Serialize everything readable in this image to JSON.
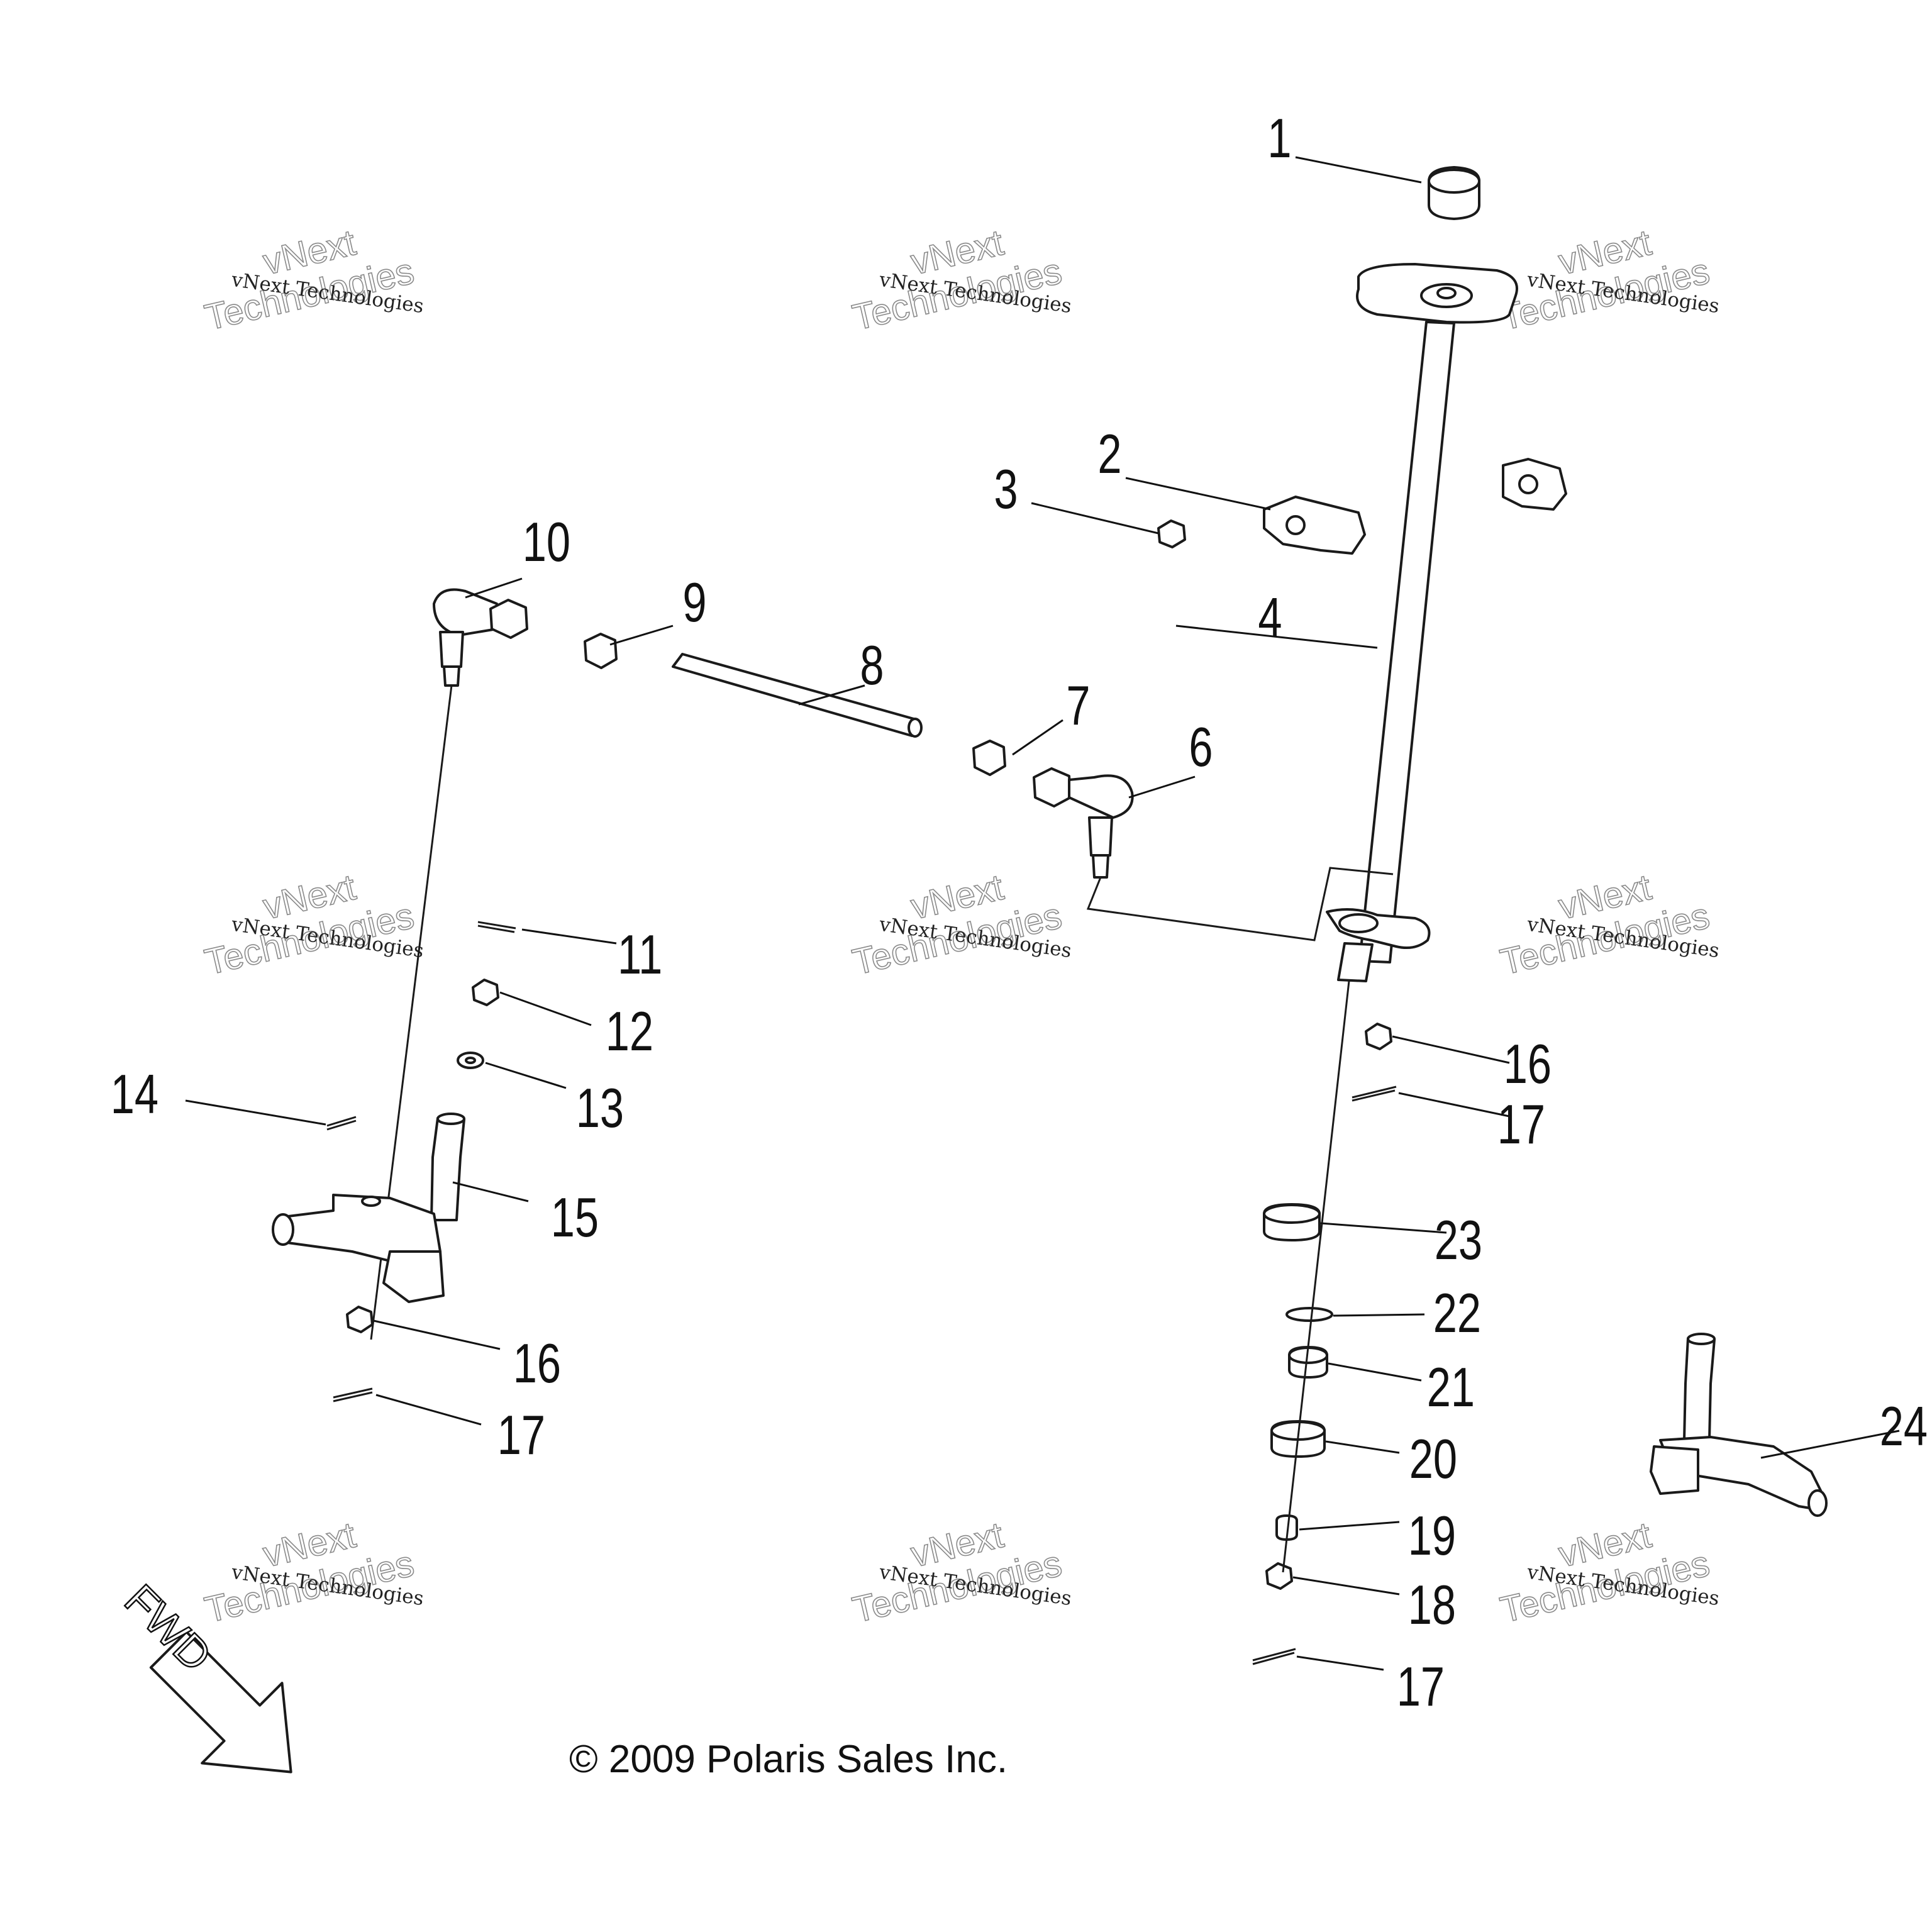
{
  "watermark": {
    "line1": "vNext Technologies",
    "line2": "vNext\nTechnologies"
  },
  "copyright": "© 2009 Polaris Sales Inc.",
  "direction": "FWD",
  "callouts": [
    "1",
    "2",
    "3",
    "4",
    "6",
    "7",
    "8",
    "9",
    "10",
    "11",
    "12",
    "13",
    "14",
    "15",
    "16",
    "16",
    "17",
    "17",
    "17",
    "18",
    "19",
    "20",
    "21",
    "22",
    "23",
    "24"
  ]
}
